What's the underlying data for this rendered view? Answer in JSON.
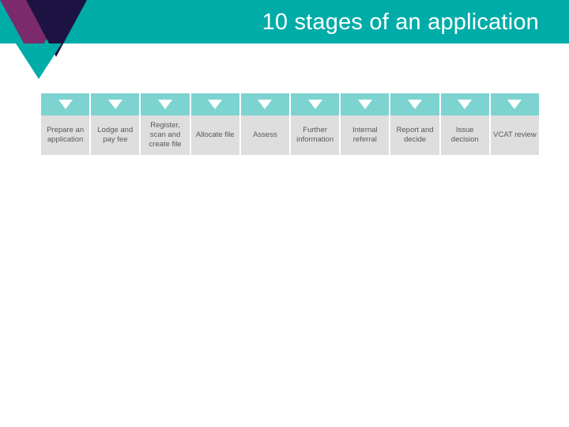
{
  "slide": {
    "title": "10 stages of an application",
    "background_color": "#ffffff"
  },
  "header": {
    "background_color": "#00ACA8",
    "title_color": "#ffffff"
  },
  "logo": {
    "name": "chevron-logo-mark",
    "purple_color": "#7B2A6B",
    "navy_color": "#1D1342",
    "teal_color": "#00ACA8"
  },
  "flow": {
    "band_color": "#7DD3D0",
    "box_color": "#DEDEDE",
    "label_color": "#56595B",
    "arrow_color": "#ffffff",
    "stages": [
      {
        "index": "1",
        "label": "Prepare an application"
      },
      {
        "index": "2",
        "label": "Lodge and pay fee"
      },
      {
        "index": "3",
        "label": "Register, scan and create file"
      },
      {
        "index": "4",
        "label": "Allocate file"
      },
      {
        "index": "5",
        "label": "Assess"
      },
      {
        "index": "6",
        "label": "Further information"
      },
      {
        "index": "7",
        "label": "Internal referral"
      },
      {
        "index": "8",
        "label": "Report and decide"
      },
      {
        "index": "9",
        "label": "Issue decision"
      },
      {
        "index": "10",
        "label": "VCAT review"
      }
    ]
  }
}
